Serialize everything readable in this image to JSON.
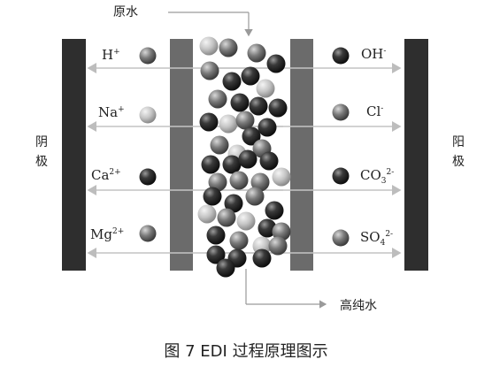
{
  "inlet_label": "原水",
  "outlet_label": "高纯水",
  "cathode_label": "阴极",
  "anode_label": "阳极",
  "caption": "图 7    EDI 过程原理图示",
  "cations": [
    {
      "base": "H",
      "sup": "+"
    },
    {
      "base": "Na",
      "sup": "+"
    },
    {
      "base": "Ca",
      "sup": "2+"
    },
    {
      "base": "Mg",
      "sup": "2+"
    }
  ],
  "anions": [
    {
      "base": "OH",
      "sub": "",
      "sup": "-"
    },
    {
      "base": "Cl",
      "sub": "",
      "sup": "-"
    },
    {
      "base": "CO",
      "sub": "3",
      "sup": "2-"
    },
    {
      "base": "SO",
      "sub": "4",
      "sup": "2-"
    }
  ],
  "colors": {
    "electrode": "#2e2e2e",
    "membrane": "#6b6b6b",
    "arrow": "#c8c8c8",
    "bead_dark": "#1a1a1a",
    "bead_light": "#d0d0d0"
  }
}
